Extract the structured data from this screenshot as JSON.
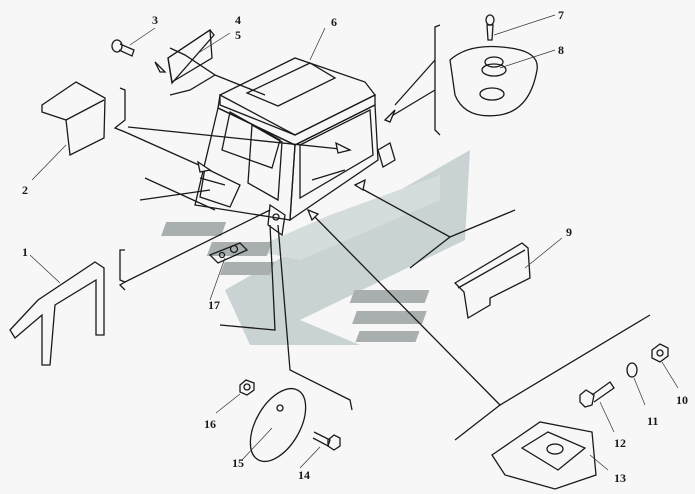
{
  "diagram": {
    "type": "exploded-parts-view",
    "subject": "cab assembly",
    "watermark_color": "#c9d3d3",
    "watermark_dark_color": "#a9aeae",
    "line_color": "#1a1a1a",
    "background": "#f7f7f7"
  },
  "callouts": [
    {
      "id": "1",
      "label": "1",
      "part": "bracket (L-shaped frame)"
    },
    {
      "id": "2",
      "label": "2",
      "part": "angle bracket with cutout"
    },
    {
      "id": "3",
      "label": "3",
      "part": "bolt"
    },
    {
      "id": "4",
      "label": "4",
      "part": "plate"
    },
    {
      "id": "5",
      "label": "5",
      "part": "plate"
    },
    {
      "id": "6",
      "label": "6",
      "part": "cab"
    },
    {
      "id": "7",
      "label": "7",
      "part": "grease fitting"
    },
    {
      "id": "8",
      "label": "8",
      "part": "threaded plug"
    },
    {
      "id": "9",
      "label": "9",
      "part": "rail bracket"
    },
    {
      "id": "10",
      "label": "10",
      "part": "nut"
    },
    {
      "id": "11",
      "label": "11",
      "part": "lock washer"
    },
    {
      "id": "12",
      "label": "12",
      "part": "bolt"
    },
    {
      "id": "13",
      "label": "13",
      "part": "mounting plate"
    },
    {
      "id": "14",
      "label": "14",
      "part": "bolt"
    },
    {
      "id": "15",
      "label": "15",
      "part": "round cover"
    },
    {
      "id": "16",
      "label": "16",
      "part": "nut"
    },
    {
      "id": "17",
      "label": "17",
      "part": "small plate"
    }
  ]
}
